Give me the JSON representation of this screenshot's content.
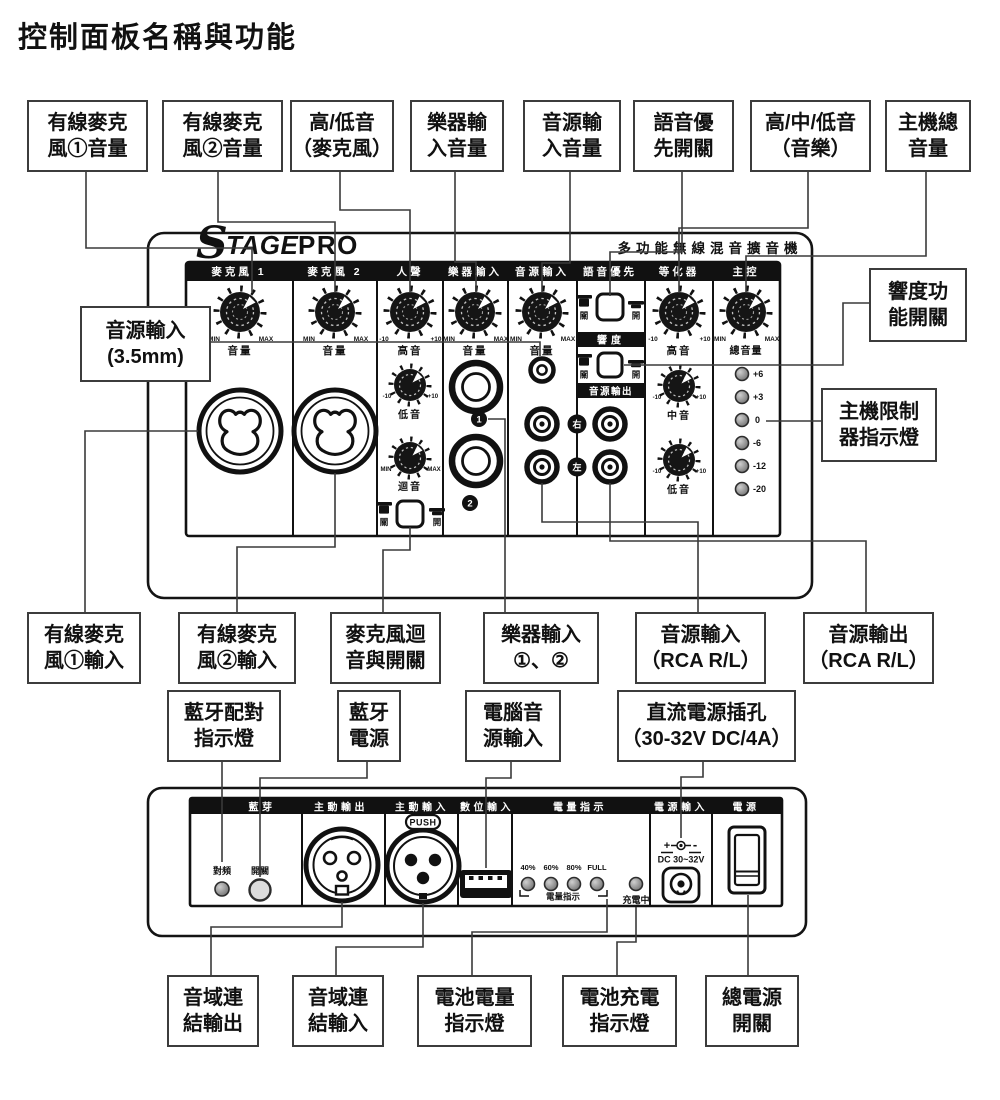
{
  "page_title": "控制面板名稱與功能",
  "brand": {
    "s": "S",
    "tage": "TAGE",
    "pro": "PRO"
  },
  "device": {
    "name": "多功能無線混音擴音機"
  },
  "p1": {
    "h": {
      "mic1": "麥克風 1",
      "mic2": "麥克風 2",
      "voice": "人聲",
      "inst": "樂器輸入",
      "aux_in": "音源輸入",
      "vp": "語音優先",
      "eq": "等化器",
      "master": "主控"
    },
    "cap": {
      "vol": "音量",
      "hi": "高音",
      "lo": "低音",
      "echo": "迴音",
      "mid": "中音",
      "master_vol": "總音量",
      "loud": "響度",
      "aux_out": "音源輸出",
      "right": "右",
      "left": "左",
      "on": "開",
      "off": "關",
      "min": "MIN",
      "max": "MAX",
      "m10": "-10",
      "p10": "+10",
      "n1": "1",
      "n2": "2"
    },
    "leds": {
      "l1": "+6",
      "l2": "+3",
      "l3": "0",
      "l4": "-6",
      "l5": "-12",
      "l6": "-20"
    }
  },
  "p2": {
    "h": {
      "bt": "藍芽",
      "lout": "主動輸出",
      "lin": "主動輸入",
      "dig": "數位輸入",
      "batt": "電量指示",
      "pin": "電源輸入",
      "pwr": "電源"
    },
    "lab": {
      "pair": "對頻",
      "sw": "開關",
      "push": "PUSH",
      "p40": "40%",
      "p60": "60%",
      "p80": "80%",
      "full": "FULL",
      "gauge": "電量指示",
      "chg": "充電中",
      "plus": "+",
      "minus": "-",
      "dc": "DC 30~32V"
    }
  },
  "co": {
    "t1": {
      "l1": "有線麥克",
      "l2": "風①音量"
    },
    "t2": {
      "l1": "有線麥克",
      "l2": "風②音量"
    },
    "t3": {
      "l1": "高/低音",
      "l2": "（麥克風）"
    },
    "t4": {
      "l1": "樂器輸",
      "l2": "入音量"
    },
    "t5": {
      "l1": "音源輸",
      "l2": "入音量"
    },
    "t6": {
      "l1": "語音優",
      "l2": "先開關"
    },
    "t7": {
      "l1": "高/中/低音",
      "l2": "（音樂）"
    },
    "t8": {
      "l1": "主機總",
      "l2": "音量"
    },
    "aux35": {
      "l1": "音源輸入",
      "l2": "(3.5mm)"
    },
    "loud": {
      "l1": "響度功",
      "l2": "能開關"
    },
    "limiter": {
      "l1": "主機限制",
      "l2": "器指示燈"
    },
    "b1": {
      "l1": "有線麥克",
      "l2": "風①輸入"
    },
    "b2": {
      "l1": "有線麥克",
      "l2": "風②輸入"
    },
    "b3": {
      "l1": "麥克風迴",
      "l2": "音與開關"
    },
    "b4": {
      "l1": "樂器輸入",
      "l2": "①、②"
    },
    "b5": {
      "l1": "音源輸入",
      "l2": "（RCA R/L）"
    },
    "b6": {
      "l1": "音源輸出",
      "l2": "（RCA R/L）"
    },
    "c1": {
      "l1": "藍牙配對",
      "l2": "指示燈"
    },
    "c2": {
      "l1": "藍牙",
      "l2": "電源"
    },
    "c3": {
      "l1": "電腦音",
      "l2": "源輸入"
    },
    "c4": {
      "l1": "直流電源插孔",
      "l2": "（30-32V DC/4A）"
    },
    "d1": {
      "l1": "音域連",
      "l2": "結輸出"
    },
    "d2": {
      "l1": "音域連",
      "l2": "結輸入"
    },
    "d3": {
      "l1": "電池電量",
      "l2": "指示燈"
    },
    "d4": {
      "l1": "電池充電",
      "l2": "指示燈"
    },
    "d5": {
      "l1": "總電源",
      "l2": "開關"
    }
  }
}
